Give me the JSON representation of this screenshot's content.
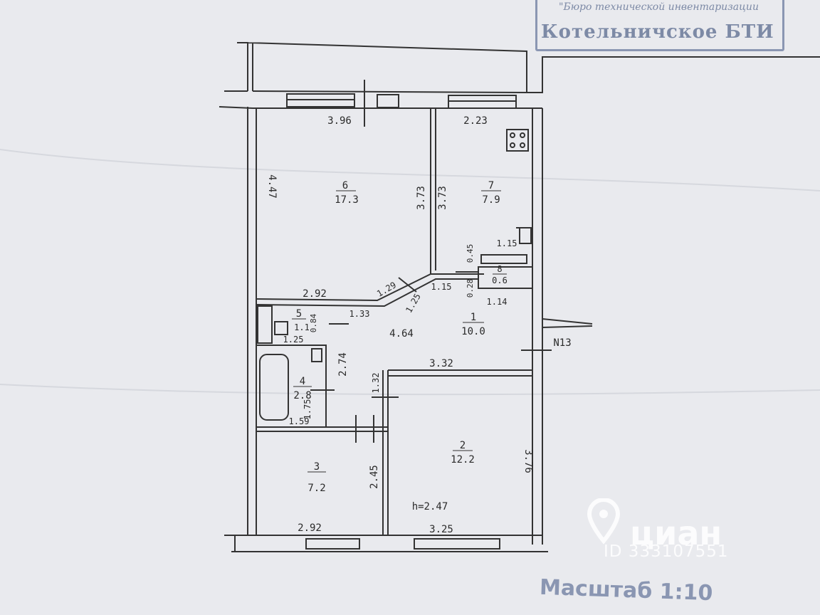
{
  "stamp": {
    "line1": "\"Бюро технической инвентаризации",
    "line2": "Котельничское БТИ"
  },
  "scale_text": "Масштаб 1:10",
  "watermark": {
    "brand": "циан",
    "id": "ID 333107551",
    "icon": "location-pin-icon"
  },
  "apartment_number": "N13",
  "height_label": "h=2.47",
  "rooms": [
    {
      "num": "6",
      "area": "17.3"
    },
    {
      "num": "7",
      "area": "7.9"
    },
    {
      "num": "1",
      "area": "10.0"
    },
    {
      "num": "2",
      "area": "12.2"
    },
    {
      "num": "3",
      "area": "7.2"
    },
    {
      "num": "4",
      "area": "2.8"
    },
    {
      "num": "5",
      "area": "1.1"
    },
    {
      "num": "8",
      "area": "0.6"
    }
  ],
  "dimensions": {
    "d396": "3.96",
    "d223": "2.23",
    "d447": "4.47",
    "d373a": "3.73",
    "d373b": "3.73",
    "d115a": "1.15",
    "d045": "0.45",
    "d292a": "2.92",
    "d129": "1.29",
    "d125a": "1.25",
    "d115b": "1.15",
    "d028": "0.28",
    "d114": "1.14",
    "d133": "1.33",
    "d464": "4.64",
    "d084": "0.84",
    "d125b": "1.25",
    "d274": "2.74",
    "d332": "3.32",
    "d132": "1.32",
    "d175": "1.75",
    "d159": "1.59",
    "d245": "2.45",
    "d376": "3.76",
    "d292b": "2.92",
    "d325": "3.25"
  }
}
